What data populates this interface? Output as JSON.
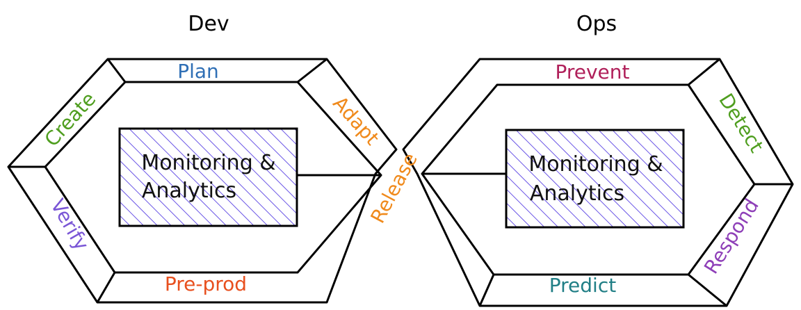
{
  "headings": {
    "dev": "Dev",
    "ops": "Ops"
  },
  "dev_loop": {
    "center_box": {
      "line1": "Monitoring &",
      "line2": "Analytics"
    },
    "segments": {
      "plan": "Plan",
      "adapt": "Adapt",
      "create": "Create",
      "verify": "Verify",
      "preprod": "Pre-prod"
    }
  },
  "release_label": "Release",
  "ops_loop": {
    "center_box": {
      "line1": "Monitoring &",
      "line2": "Analytics"
    },
    "segments": {
      "prevent": "Prevent",
      "detect": "Detect",
      "respond": "Respond",
      "predict": "Predict"
    }
  },
  "colors": {
    "outline": "#000000",
    "hatch": "#6a55e6",
    "plan": "#2f6fb5",
    "adapt": "#f08a1c",
    "create": "#4f9e1f",
    "verify": "#7a56d6",
    "preprod": "#e8501f",
    "release": "#f08a1c",
    "prevent": "#b0205a",
    "detect": "#4f9e1f",
    "respond": "#8e3fb8",
    "predict": "#217f86"
  }
}
